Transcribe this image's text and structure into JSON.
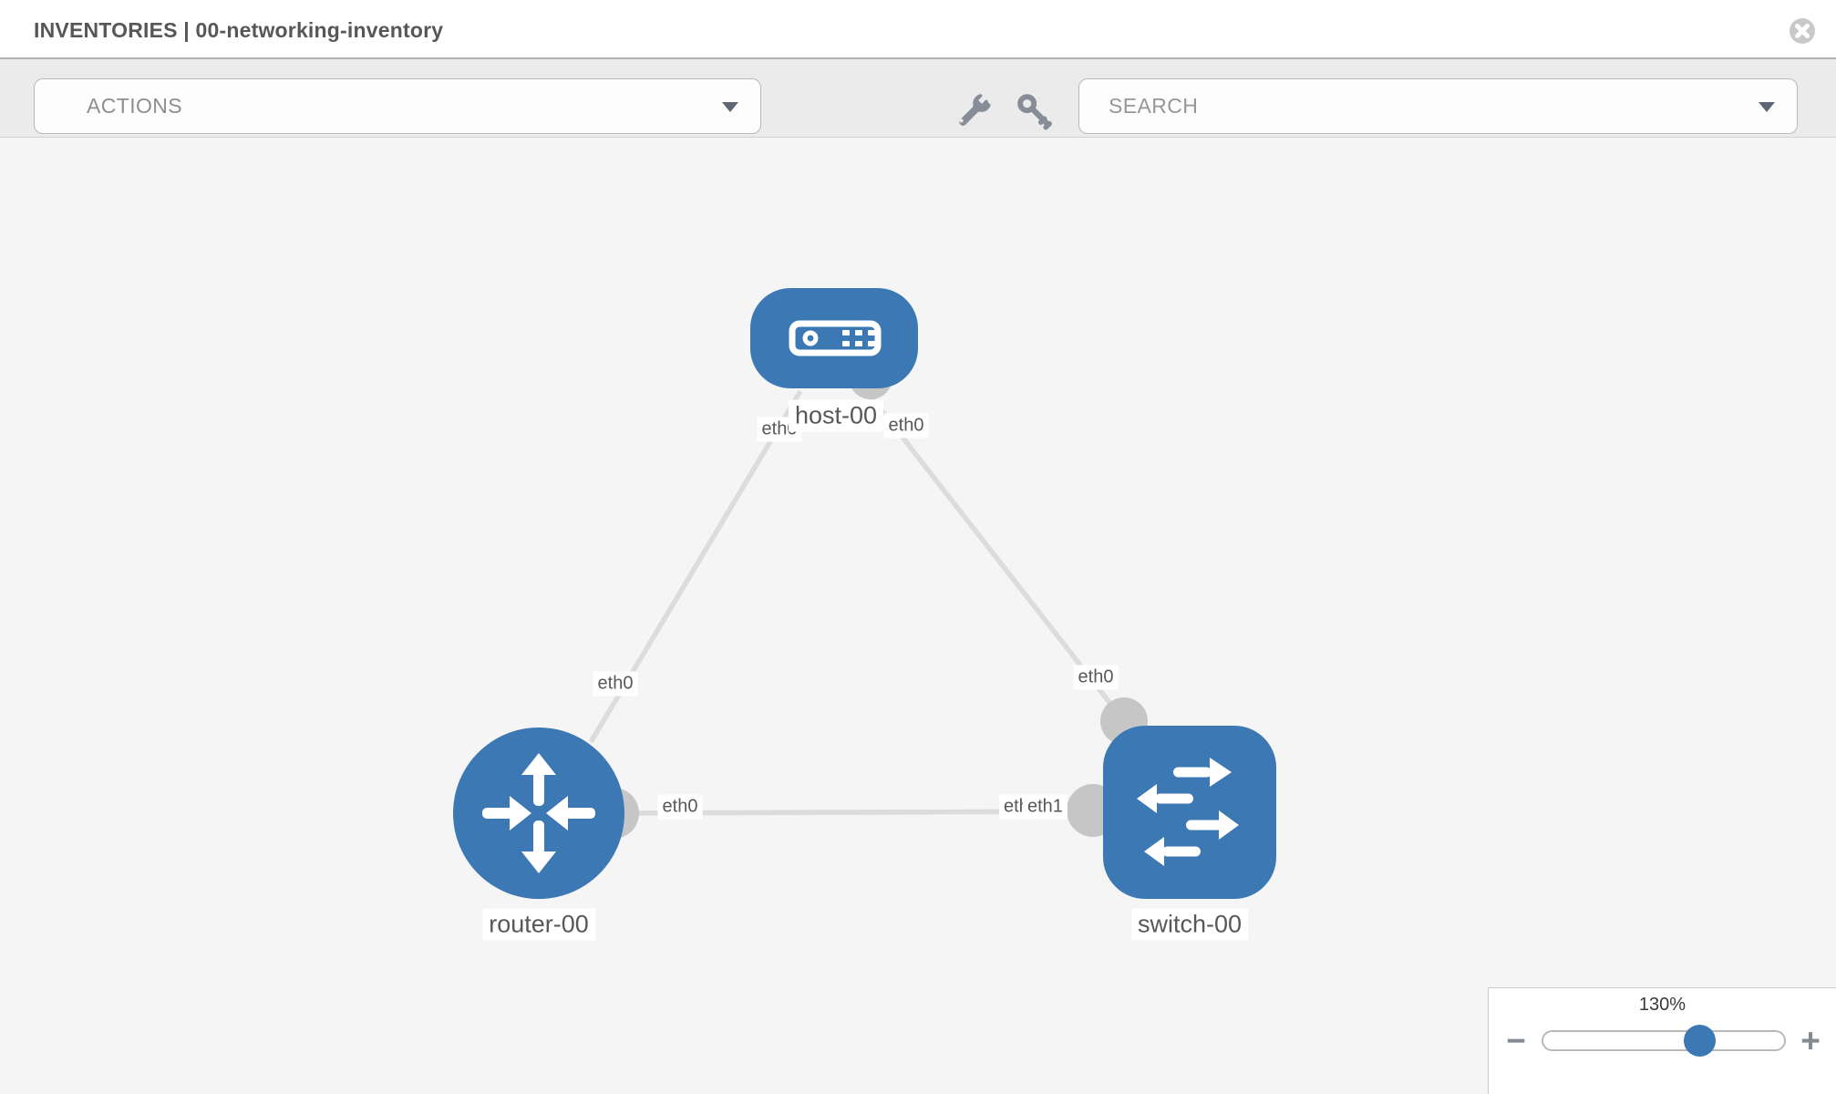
{
  "header": {
    "title": "INVENTORIES | 00-networking-inventory"
  },
  "toolbar": {
    "actions_label": "ACTIONS",
    "search_placeholder": "SEARCH",
    "icons": [
      "wrench-icon",
      "key-icon"
    ]
  },
  "topology": {
    "nodes": [
      {
        "label": "host-00",
        "type": "host"
      },
      {
        "label": "router-00",
        "type": "router"
      },
      {
        "label": "switch-00",
        "type": "switch"
      }
    ],
    "edge_labels": {
      "host_left": "eth0",
      "host_right": "eth0",
      "host_router_mid": "eth0",
      "host_switch_mid": "eth0",
      "router_switch_left": "eth0",
      "router_switch_right_back": "eth0",
      "router_switch_right_front": "eth1"
    }
  },
  "zoom_control": {
    "level": "130%",
    "percent": 130,
    "minus_label": "−",
    "plus_label": "+"
  },
  "colors": {
    "node_blue": "#3b78b4",
    "link_gray": "#dcdcdc",
    "connector_gray": "#c6c6c6",
    "toolbar_bg": "#ebebeb",
    "canvas_bg": "#f5f5f5",
    "icon_gray": "#868d96"
  }
}
